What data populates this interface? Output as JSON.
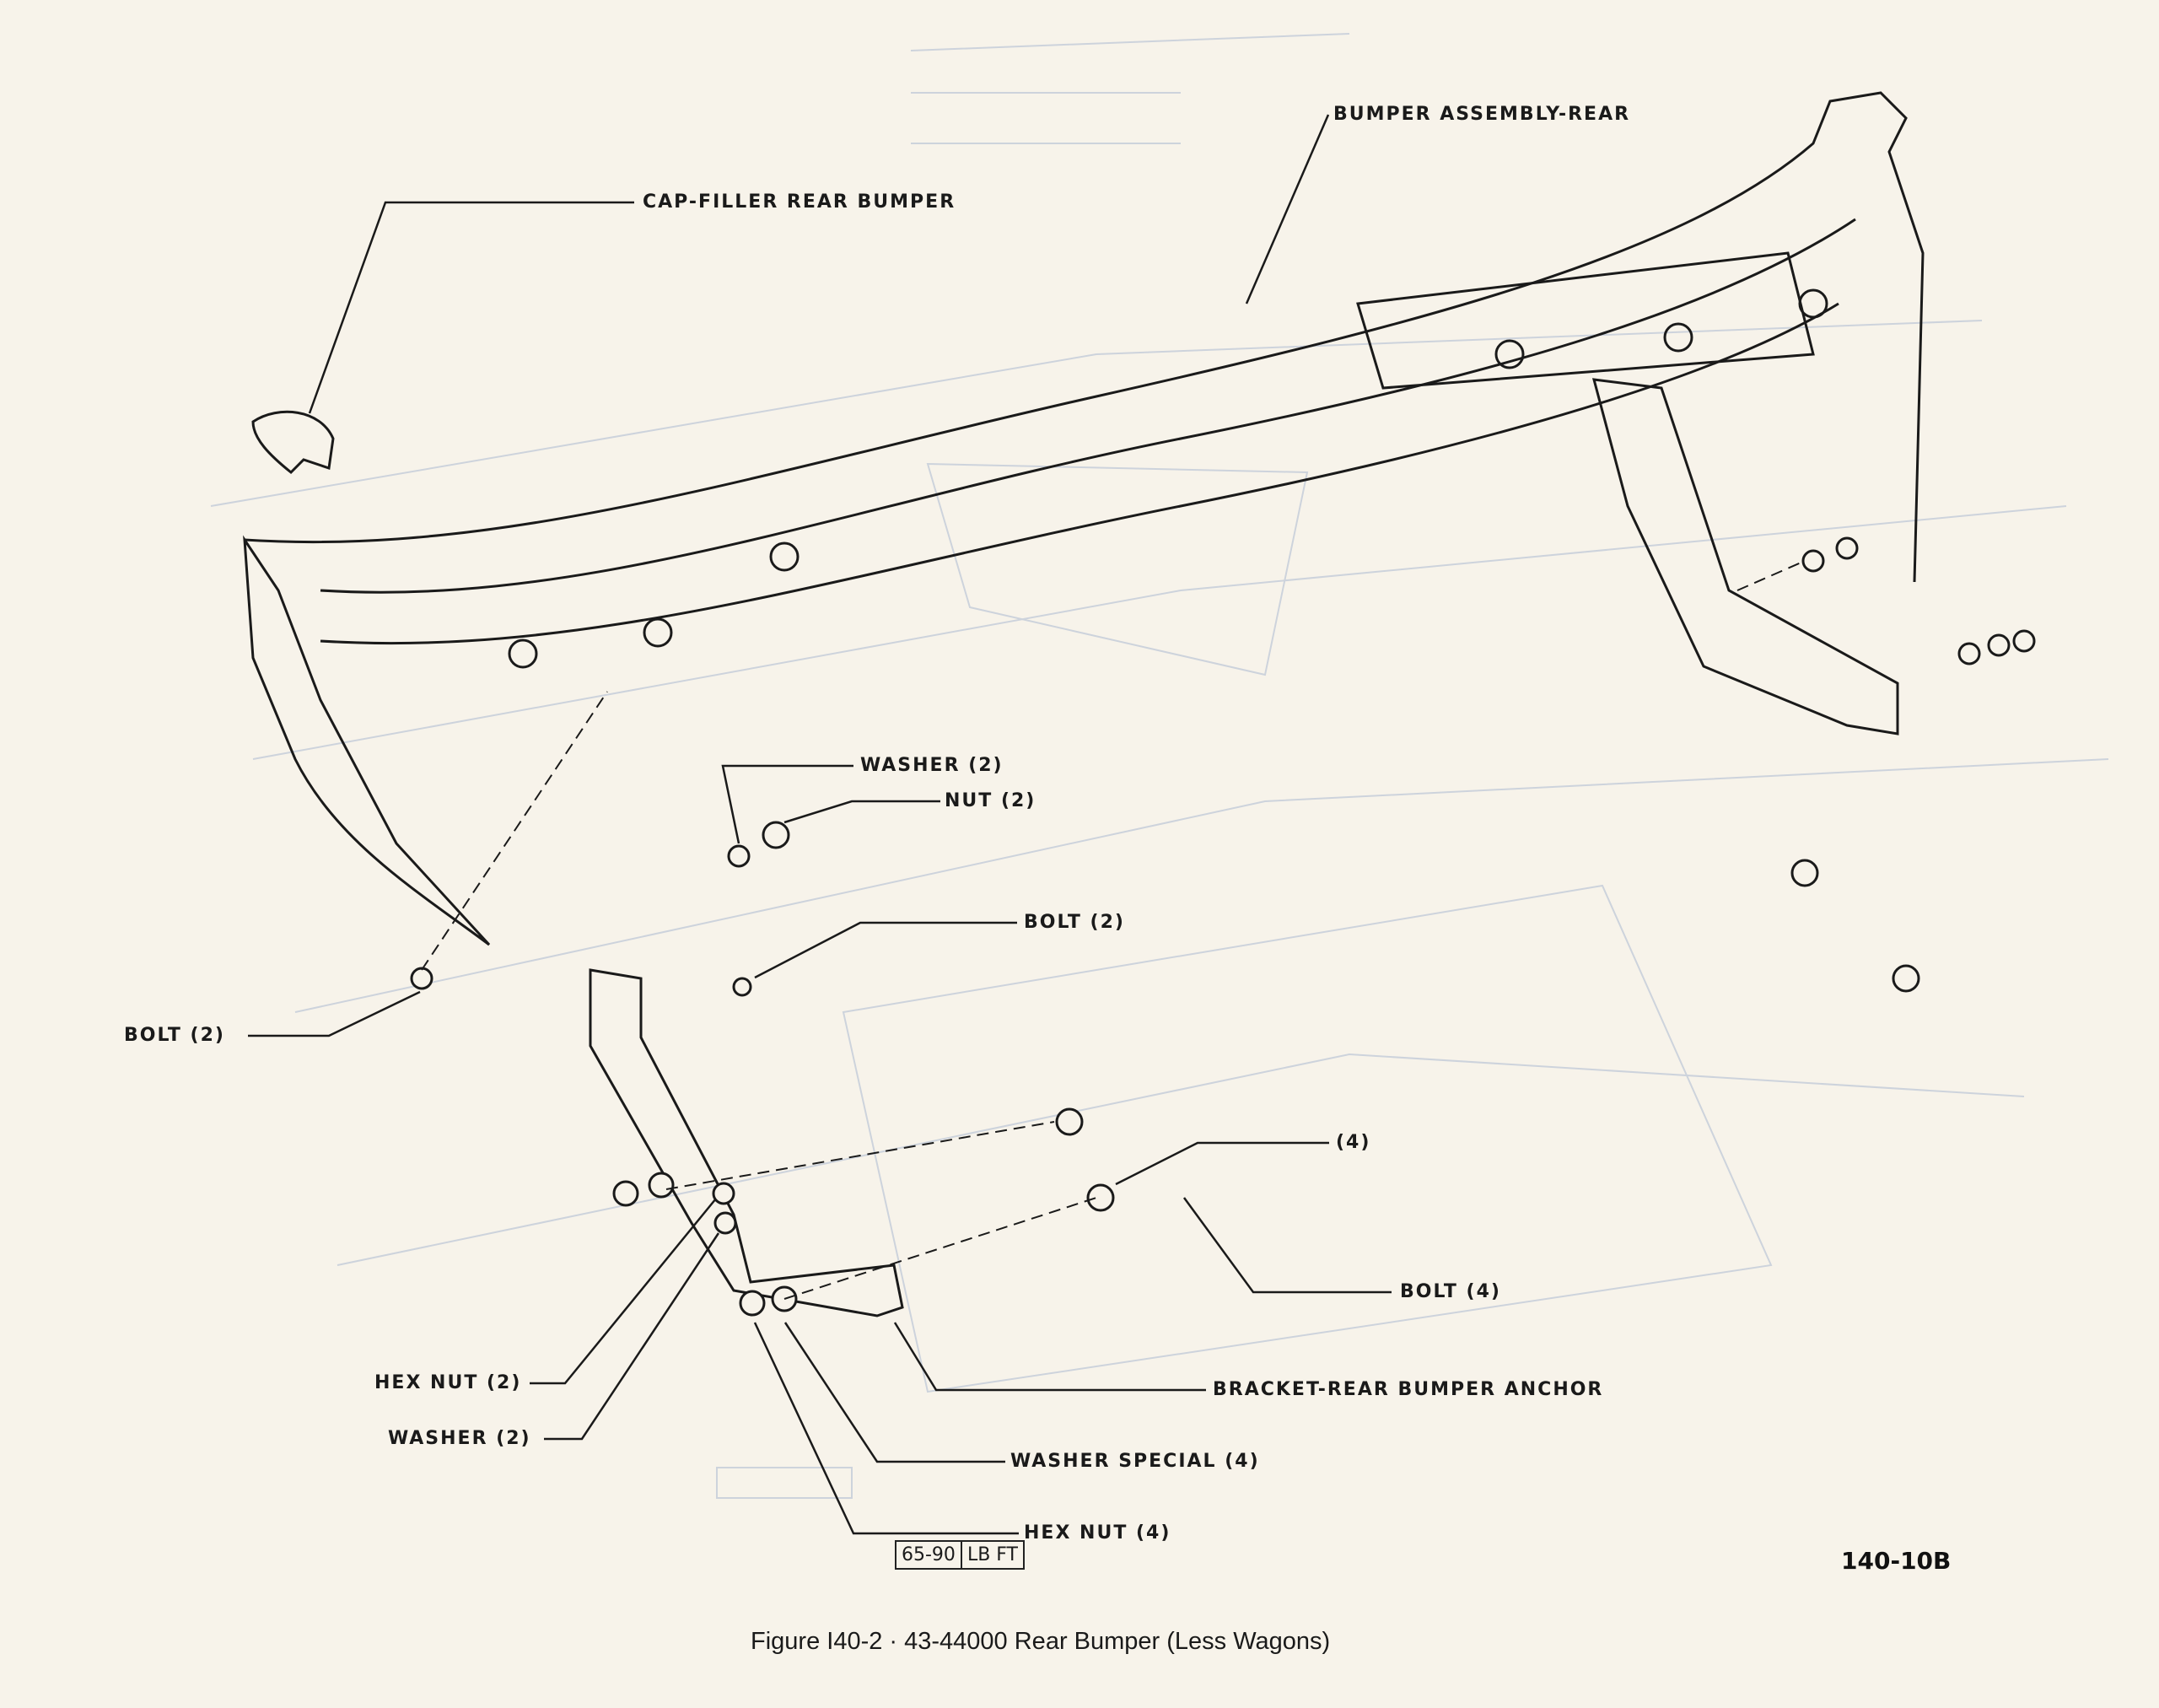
{
  "labels": {
    "bumper_assembly": "BUMPER ASSEMBLY-REAR",
    "cap_filler": "CAP-FILLER REAR BUMPER",
    "washer_top": "WASHER (2)",
    "nut_top": "NUT (2)",
    "bolt_center": "BOLT (2)",
    "bolt_left": "BOLT (2)",
    "qty_four": "(4)",
    "bolt_four": "BOLT (4)",
    "bracket_anchor": "BRACKET-REAR BUMPER ANCHOR",
    "hex_nut_two": "HEX NUT (2)",
    "washer_two": "WASHER (2)",
    "washer_special": "WASHER SPECIAL (4)",
    "hex_nut_four": "HEX NUT (4)"
  },
  "torque": {
    "value": "65-90",
    "unit": "LB FT"
  },
  "figure_number": "140-10B",
  "caption": "Figure I40-2 · 43-44000 Rear Bumper (Less Wagons)",
  "colors": {
    "paper": "#f7f3ea",
    "ink": "#1a1a1a",
    "ghost": "#c9cfd9"
  }
}
